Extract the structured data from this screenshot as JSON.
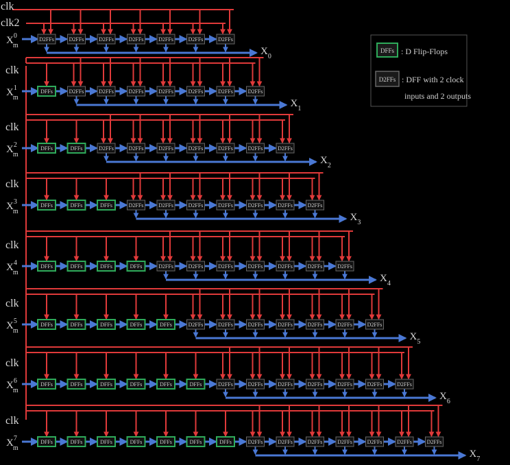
{
  "colors": {
    "background": "#000000",
    "clock_line": "#e03a3a",
    "data_line": "#4a78d4",
    "dff_border": "#2eaa5a",
    "d2ff_border": "#666666",
    "text": "#d8d8d8"
  },
  "signals": {
    "clk": "clk",
    "clk2": "clk2",
    "x_m": "X",
    "x_m_sub": "m",
    "x_out": "X"
  },
  "blocks": {
    "dff": "DFFs",
    "d2ff": "D2FFs"
  },
  "legend": {
    "dff_symbol": "DFFs",
    "dff_desc": ": D Flip-Flops",
    "d2ff_symbol": "D2FFs",
    "d2ff_desc_line1": ": DFF with 2 clock",
    "d2ff_desc_line2": "inputs and 2 outputs"
  },
  "rows": [
    {
      "input_sup": "0",
      "out_sub": "0",
      "dff_count": 0,
      "d2ff_count": 7
    },
    {
      "input_sup": "1",
      "out_sub": "1",
      "dff_count": 1,
      "d2ff_count": 7
    },
    {
      "input_sup": "2",
      "out_sub": "2",
      "dff_count": 2,
      "d2ff_count": 7
    },
    {
      "input_sup": "3",
      "out_sub": "3",
      "dff_count": 3,
      "d2ff_count": 7
    },
    {
      "input_sup": "4",
      "out_sub": "4",
      "dff_count": 4,
      "d2ff_count": 7
    },
    {
      "input_sup": "5",
      "out_sub": "5",
      "dff_count": 5,
      "d2ff_count": 7
    },
    {
      "input_sup": "6",
      "out_sub": "6",
      "dff_count": 6,
      "d2ff_count": 7
    },
    {
      "input_sup": "7",
      "out_sub": "7",
      "dff_count": 7,
      "d2ff_count": 7
    }
  ]
}
